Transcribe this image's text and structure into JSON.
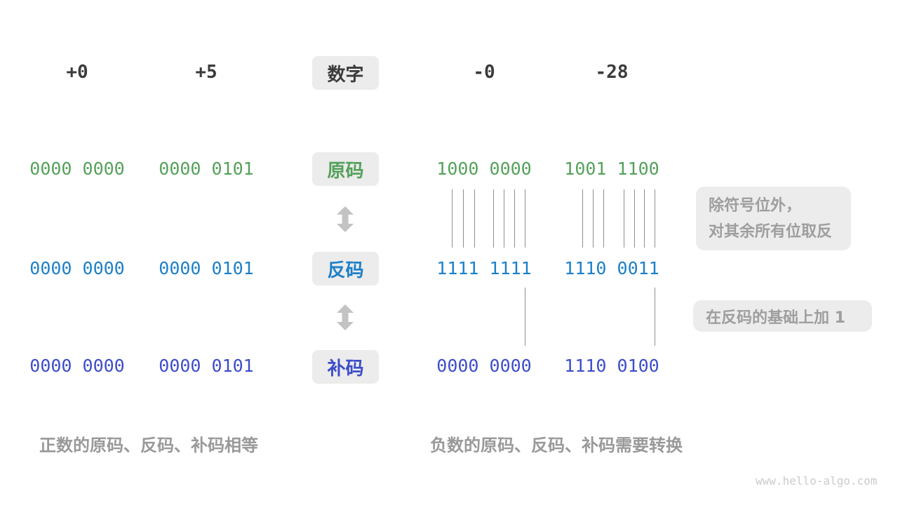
{
  "palette": {
    "dark_text": "#3b3b3b",
    "sign_magnitude_green": "#55a15b",
    "ones_complement_blue": "#1d80c9",
    "twos_complement_indigo": "#3d4dc9",
    "caption_gray": "#999999",
    "annotation_gray": "#9e9e9e",
    "tag_background": "#ececec",
    "arrow_gray": "#c3c3c3",
    "connector_line_gray": "#8f8f8f",
    "watermark_gray": "#cbcbcb"
  },
  "header": {
    "label": "数字",
    "numbers": [
      "+0",
      "+5",
      "-0",
      "-28"
    ]
  },
  "rows": [
    {
      "key": "sign-magnitude",
      "label": "原码",
      "values": [
        "0000 0000",
        "0000 0101",
        "1000 0000",
        "1001 1100"
      ]
    },
    {
      "key": "ones-complement",
      "label": "反码",
      "values": [
        "0000 0000",
        "0000 0101",
        "1111 1111",
        "1110 0011"
      ]
    },
    {
      "key": "twos-complement",
      "label": "补码",
      "values": [
        "0000 0000",
        "0000 0101",
        "0000 0000",
        "1110 0100"
      ]
    }
  ],
  "annotations": {
    "invert_line1": "除符号位外，",
    "invert_line2": "对其余所有位取反",
    "add_one": "在反码的基础上加 1"
  },
  "captions": {
    "positive": "正数的原码、反码、补码相等",
    "negative": "负数的原码、反码、补码需要转换"
  },
  "footer": "www.hello-algo.com"
}
